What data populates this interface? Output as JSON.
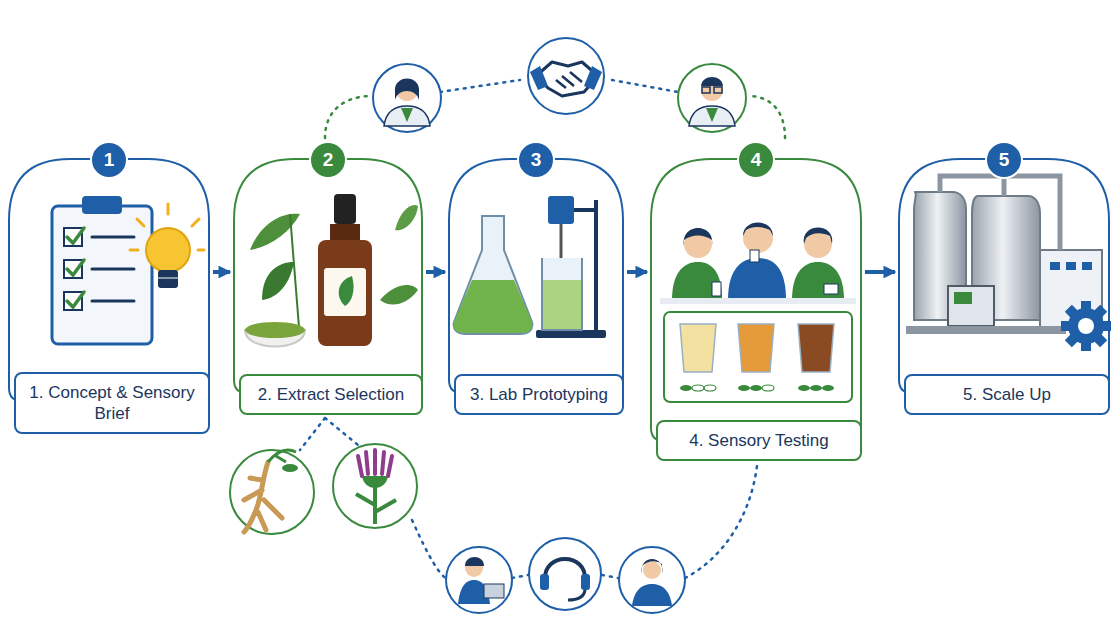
{
  "diagram": {
    "nodes": [
      {
        "text": [
          "1",
          "1. Concept & Sensory Brief"
        ]
      },
      {
        "text": [
          "2",
          "2. Extract Selection"
        ]
      },
      {
        "text": [
          "3",
          "3. Lab Prototyping"
        ]
      },
      {
        "text": [
          "4",
          "4. Sensory Testing"
        ]
      },
      {
        "text": [
          "5",
          "5. Scale Up"
        ]
      }
    ],
    "edges": [
      {
        "from": 0,
        "to": 1,
        "arrow": "to"
      },
      {
        "from": 1,
        "to": 2,
        "arrow": "to"
      },
      {
        "from": 2,
        "to": 3,
        "arrow": "to"
      },
      {
        "from": 3,
        "to": 4,
        "arrow": "to"
      }
    ]
  }
}
